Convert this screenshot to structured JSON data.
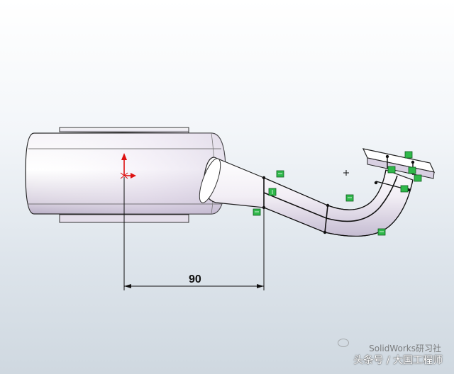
{
  "dimension": {
    "value": "90"
  },
  "relation_icon": {
    "name": "merge-relation-icon"
  },
  "watermark": {
    "source": "头条号 / 大国工程师",
    "brand": "SolidWorks研习社"
  }
}
